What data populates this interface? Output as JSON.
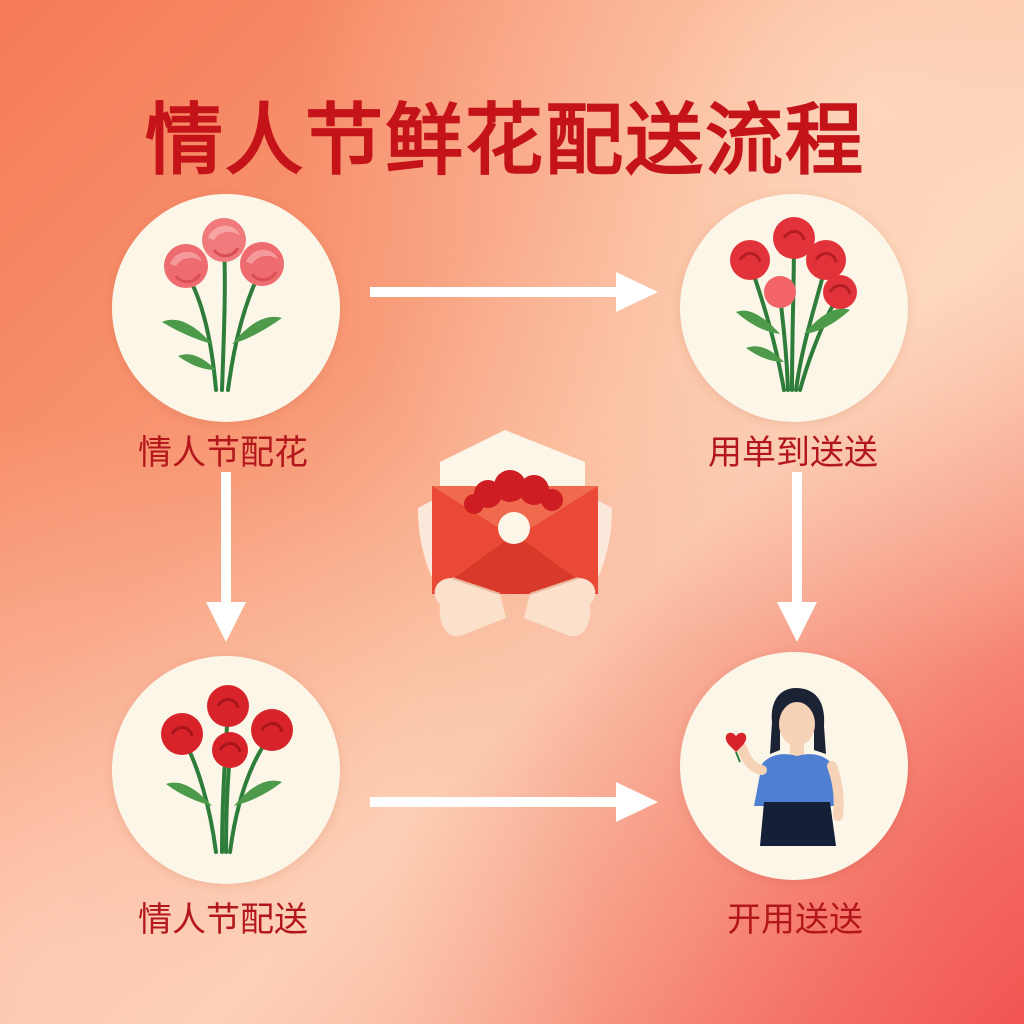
{
  "title": "情人节鲜花配送流程",
  "nodes": [
    {
      "id": "top-left",
      "label": "情人节配花"
    },
    {
      "id": "top-right",
      "label": "用单到送送"
    },
    {
      "id": "bottom-left",
      "label": "情人节配送"
    },
    {
      "id": "bottom-right",
      "label": "开用送送"
    }
  ],
  "colors": {
    "title": "#c4141a",
    "label": "#b3171c",
    "circle": "#fbf6e8",
    "arrow": "#ffffff",
    "rose_pink": "#ee6b6f",
    "rose_red": "#d8232a",
    "stem": "#2f7d3a",
    "leaf": "#4c9a4a",
    "envelope": "#ea4a35",
    "shirt": "#4f7fd0"
  },
  "icons": [
    "pink-roses-icon",
    "red-roses-bouquet-icon",
    "red-roses-icon",
    "woman-with-heart-icon",
    "envelope-in-hands-icon",
    "arrow-right-icon",
    "arrow-down-icon"
  ]
}
